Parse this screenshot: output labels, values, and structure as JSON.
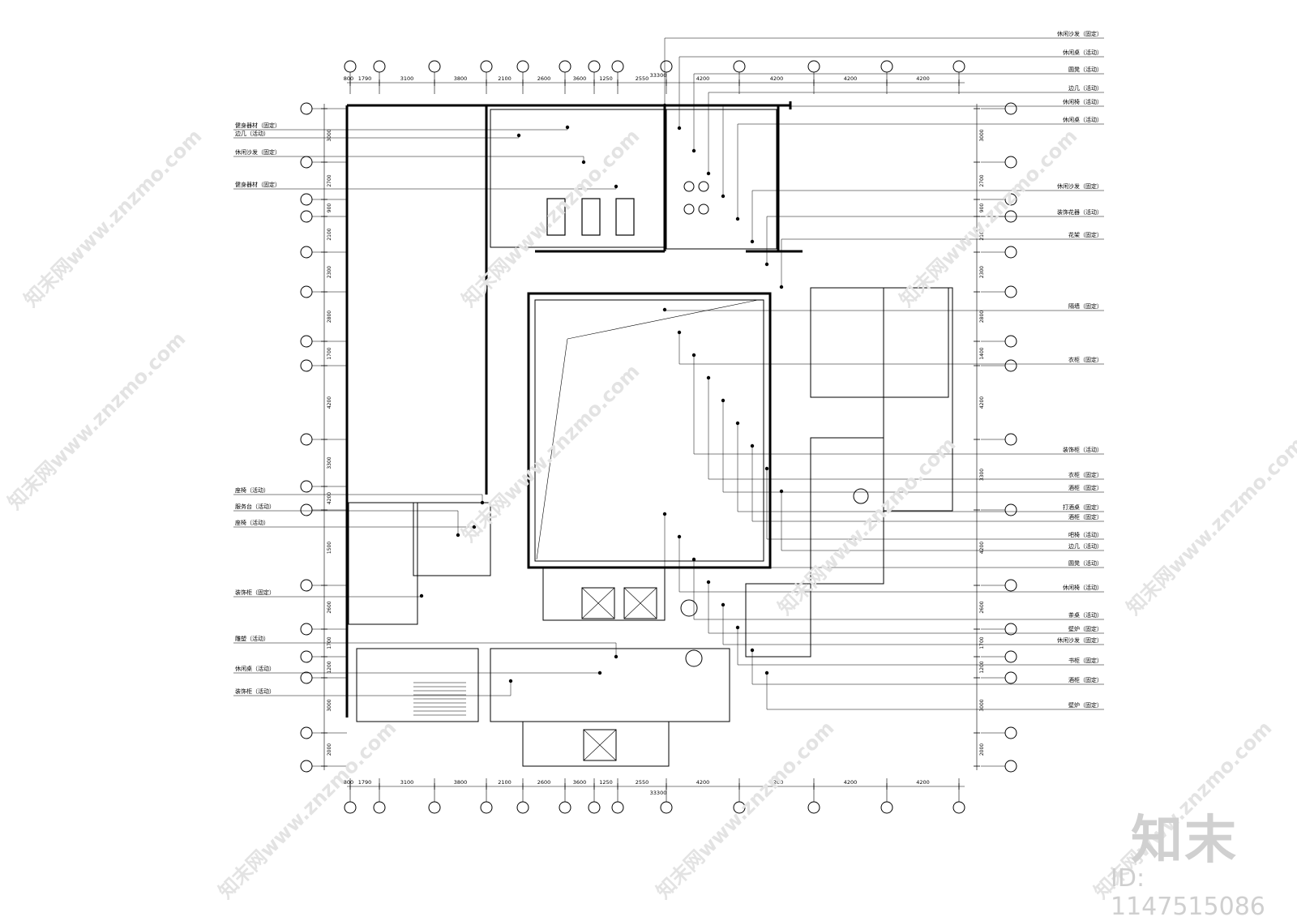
{
  "watermark": {
    "logo_text": "知末",
    "id_text": "ID: 1147515086",
    "site_text": "知末网www.znzmo.com"
  },
  "drawing": {
    "total_dimension": "33300",
    "top_dims": [
      "800",
      "1790",
      "3100",
      "3800",
      "2100",
      "2600",
      "3600",
      "1250",
      "2550",
      "4200",
      "4200",
      "4200",
      "4200"
    ],
    "left_dims": [
      "3000",
      "2700",
      "900",
      "2100",
      "2300",
      "2800",
      "1700",
      "4200",
      "3300",
      "4200",
      "1500",
      "2600",
      "1700",
      "1200",
      "3000",
      "2000"
    ],
    "right_dims": [
      "3000",
      "2700",
      "900",
      "2100",
      "2300",
      "2800",
      "1400",
      "4200",
      "3300",
      "4200",
      "2600",
      "1700",
      "1200",
      "3000",
      "2000"
    ],
    "labels_left": [
      "健身器材（固定）",
      "边几（活动）",
      "休闲沙发（固定）",
      "健身器材（固定）",
      "座椅（活动）",
      "服务台（活动）",
      "座椅（活动）",
      "装饰柜（固定）",
      "雕塑（活动）",
      "休闲桌（活动）",
      "装饰柜（活动）"
    ],
    "labels_right": [
      "休闲沙发（固定）",
      "休闲桌（活动）",
      "圆凳（活动）",
      "边几（活动）",
      "休闲椅（活动）",
      "休闲桌（活动）",
      "休闲沙发（固定）",
      "装饰花器（活动）",
      "花架（固定）",
      "隔墙（固定）",
      "衣柜（固定）",
      "装饰柜（活动）",
      "衣柜（固定）",
      "酒柜（固定）",
      "打酒桌（固定）",
      "酒柜（固定）",
      "吧椅（活动）",
      "边几（活动）",
      "圆凳（活动）",
      "休闲椅（活动）",
      "茶桌（活动）",
      "壁炉（固定）",
      "休闲沙发（固定）",
      "书柜（固定）",
      "酒柜（固定）",
      "壁炉（固定）"
    ]
  }
}
